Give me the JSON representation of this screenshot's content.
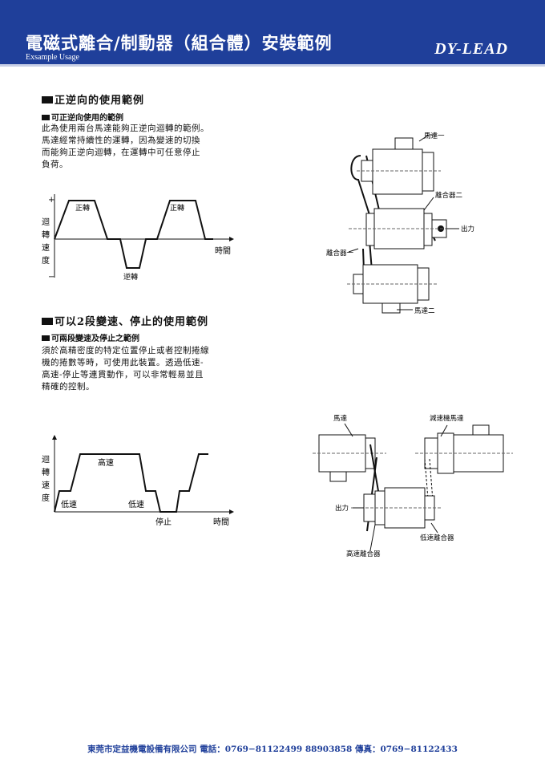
{
  "header": {
    "title": "電磁式離合/制動器（組合體）安裝範例",
    "subtitle": "Exsample Usage",
    "brand": "DY-LEAD"
  },
  "section1": {
    "title": "正逆向的使用範例",
    "subtitle": "可正逆向使用的範例",
    "paragraph": [
      "此為使用兩台馬達能夠正逆向迴轉的範例。",
      "馬達經常持續性的運轉，因為變速的切換",
      "而能夠正逆向迴轉，在運轉中可任意停止",
      "負荷。"
    ],
    "chart": {
      "y_axis_chars": [
        "迴",
        "轉",
        "速",
        "度"
      ],
      "plus": "+",
      "minus": "−",
      "forward_label": "正轉",
      "reverse_label": "逆轉",
      "time_label": "時間"
    },
    "diagram": {
      "motor1": "馬達一",
      "clutch2": "離合器二",
      "output": "出力",
      "clutch1": "離合器一",
      "motor2": "馬達二"
    }
  },
  "section2": {
    "title": "可以2段變速、停止的使用範例",
    "subtitle": "可兩段變速及停止之範例",
    "paragraph": [
      "須於高精密度的特定位置停止或者控制捲線",
      "機的捲數等時，可使用此裝置。透過低速-",
      "高速-停止等連貫動作，可以非常輕易並且",
      "精確的控制。"
    ],
    "chart": {
      "y_axis_chars": [
        "迴",
        "轉",
        "速",
        "度"
      ],
      "high_label": "高速",
      "low_label": "低速",
      "stop_label": "停止",
      "time_label": "時間"
    },
    "diagram": {
      "motor": "馬達",
      "gear_motor": "減速機馬達",
      "output": "出力",
      "low_clutch": "低速離合器",
      "high_clutch": "高速離合器"
    }
  },
  "footer": {
    "text": "東莞市定益機電設備有限公司 電話：0769−81122499 88903858 傳真：0769−81122433"
  }
}
